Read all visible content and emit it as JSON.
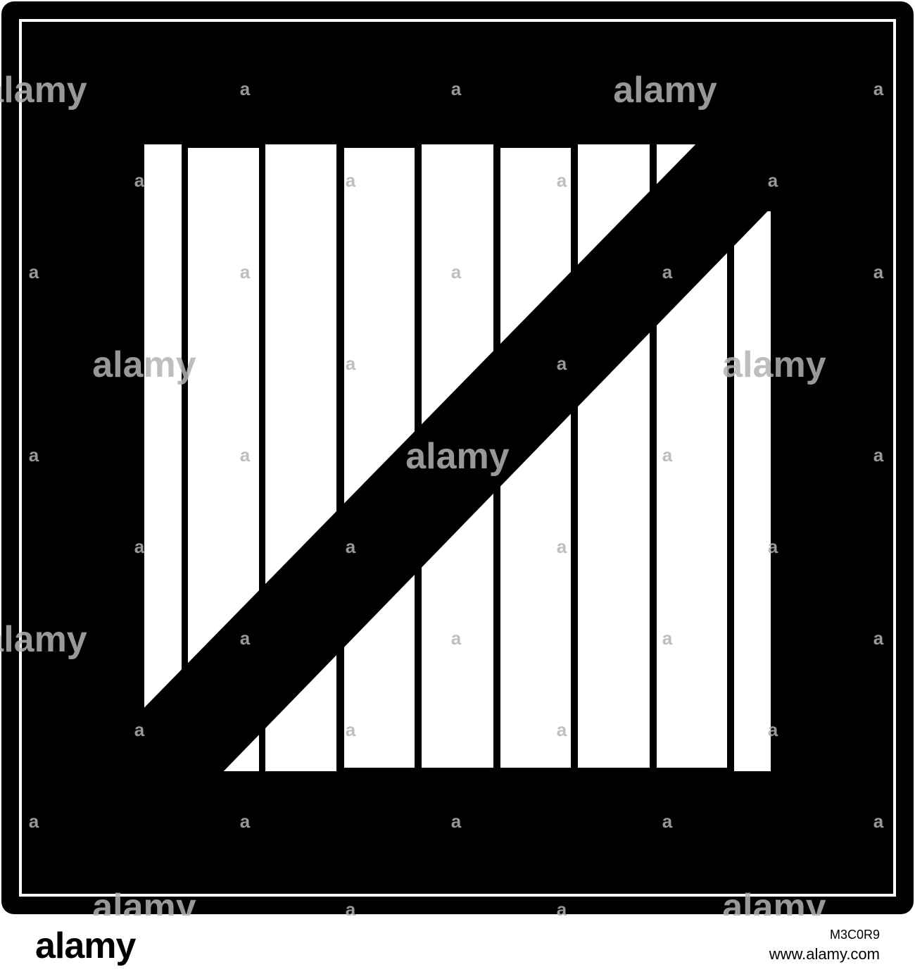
{
  "image": {
    "subject": "crate-icon",
    "foreground_color": "#000000",
    "background_color": "#ffffff",
    "watermark_color": "#b3b3b3",
    "watermark_text": "alamy",
    "watermark_letter": "a"
  },
  "footer": {
    "logo": "alamy",
    "image_id": "M3C0R9",
    "site_url": "www.alamy.com"
  }
}
